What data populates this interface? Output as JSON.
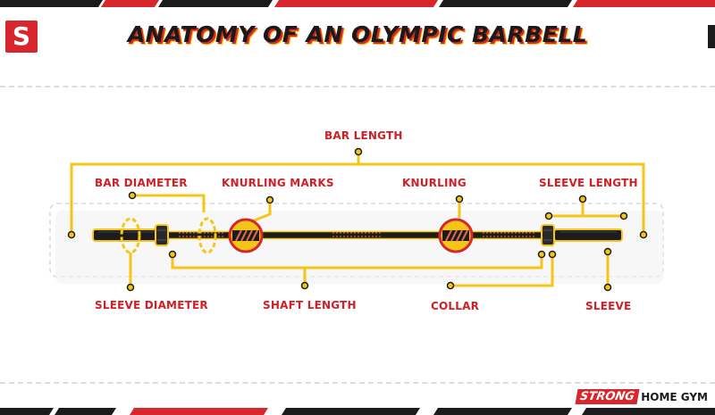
{
  "title": "ANATOMY OF AN OLYMPIC BARBELL",
  "logo_letter": "S",
  "labels": {
    "bar_length": "BAR LENGTH",
    "bar_diameter": "BAR DIAMETER",
    "knurling_marks": "KNURLING MARKS",
    "knurling": "KNURLING",
    "sleeve_length": "SLEEVE LENGTH",
    "sleeve_diameter": "SLEEVE DIAMETER",
    "shaft_length": "SHAFT LENGTH",
    "collar": "COLLAR",
    "sleeve": "SLEEVE"
  },
  "brand": {
    "strong": "STRONG",
    "rest": "HOME GYM"
  },
  "colors": {
    "accent_red": "#d7262c",
    "callout_yellow": "#f5c518",
    "bar_dark": "#1c1c1c",
    "label_red": "#d11f26"
  },
  "icons": {
    "logo": "strong-s-logo-icon"
  }
}
